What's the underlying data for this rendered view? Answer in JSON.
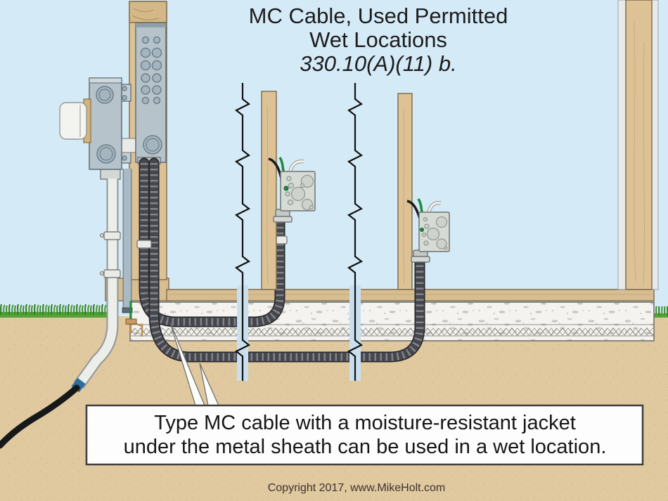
{
  "title": {
    "line1": "MC Cable, Used Permitted",
    "line2": "Wet Locations",
    "code_ref": "330.10(A)(11) b."
  },
  "caption": {
    "line1": "Type MC cable with a moisture-resistant jacket",
    "line2": "under the metal sheath can be used in a wet location."
  },
  "footer": {
    "copyright": "Copyright 2017, www.MikeHolt.com"
  },
  "colors": {
    "sky": "#d5eaf7",
    "ground": "#e0c89f",
    "grass": "#47962f",
    "concrete": "#f4f3ef",
    "wood": "#ddc295",
    "mc_cable": "#46474c",
    "panel_gray": "#b6c3ca",
    "junction_box_gray": "#d7dbd6",
    "break_band": "#c9dfee",
    "ground_wire_green": "#1e8a3c",
    "conduit_white": "#eceeea",
    "caption_border": "#3f3f3f"
  },
  "components": {
    "meter": "electric-meter-icon",
    "panel": "panel-enclosure-icon",
    "junction_box": "junction-box-icon",
    "mc_cable": "mc-cable-icon",
    "conduit": "pvc-conduit-icon",
    "slab": "concrete-slab-icon",
    "mesh": "wire-mesh-icon",
    "stud": "wood-stud-icon",
    "break_line": "break-line-icon",
    "pointer": "callout-pointer-icon"
  }
}
